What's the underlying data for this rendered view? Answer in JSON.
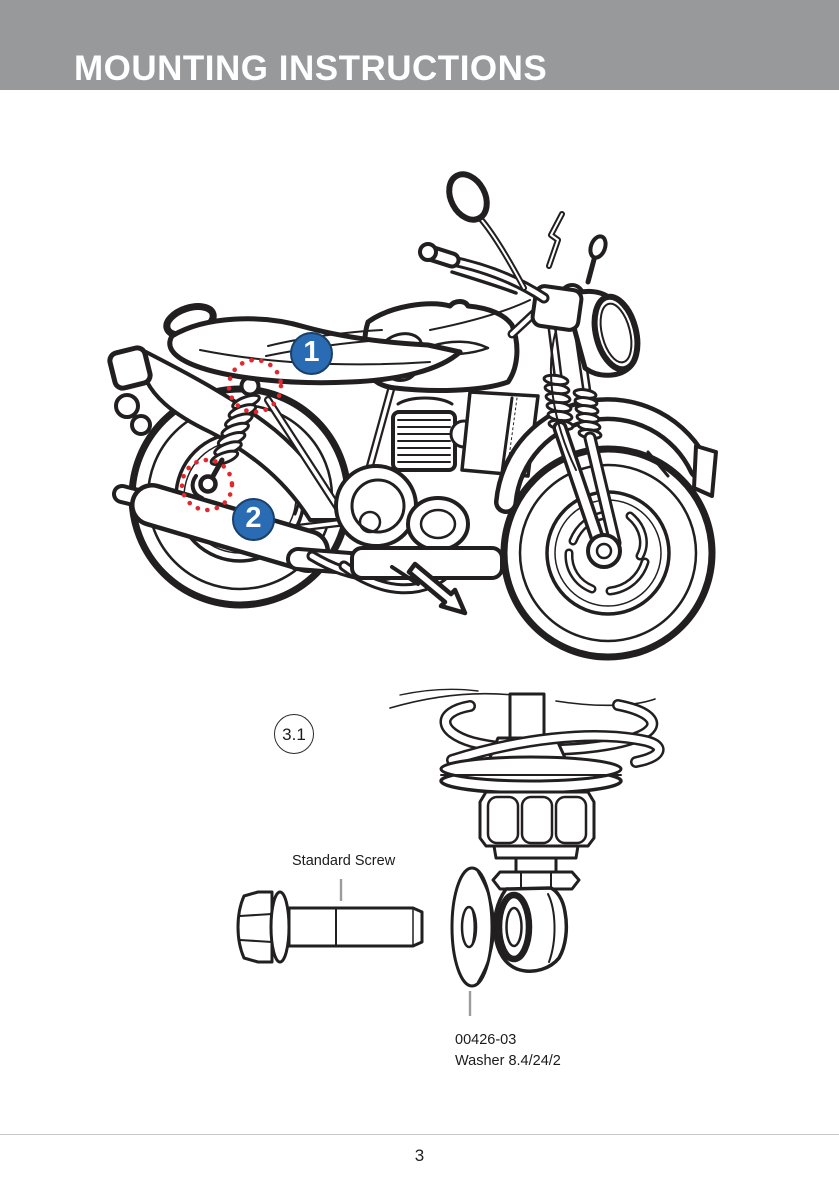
{
  "header": {
    "title": "MOUNTING INSTRUCTIONS"
  },
  "figure": {
    "callout_1": "1",
    "callout_2": "2",
    "detail_ref": "3.1",
    "screw_label": "Standard Screw",
    "washer_part_number": "00426-03",
    "washer_spec": "Washer 8.4/24/2",
    "description": "Line drawing of a motorcycle with mounting points 1 and 2 highlighted by red dotted circles; detail 3.1 shows rear shock lower eye with standard screw and washer"
  },
  "footer": {
    "page_number": "3"
  },
  "colors": {
    "header_bar": "#98999b",
    "callout_blue": "#2a6cb4",
    "highlight_red": "#e2282e",
    "line_art": "#221f20"
  }
}
